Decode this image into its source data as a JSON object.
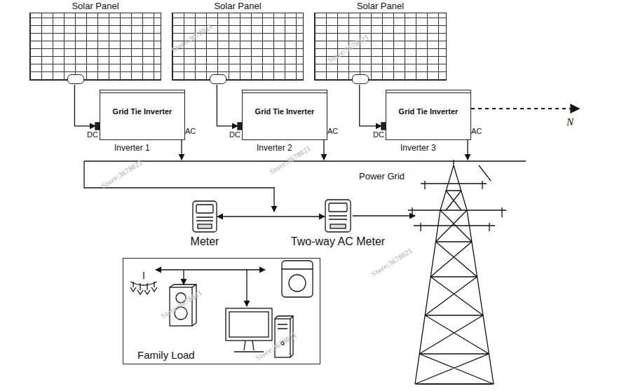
{
  "diagram": {
    "nodes": [
      {
        "text": [
          "Solar Panel"
        ]
      },
      {
        "text": [
          "Solar Panel"
        ]
      },
      {
        "text": [
          "Solar Panel"
        ]
      },
      {
        "text": [
          "Grid Tie Inverter",
          "Inverter 1"
        ]
      },
      {
        "text": [
          "Grid Tie Inverter",
          "Inverter 2"
        ]
      },
      {
        "text": [
          "Grid Tie Inverter",
          "Inverter 3"
        ]
      },
      {
        "text": [
          "Meter"
        ]
      },
      {
        "text": [
          "Two-way AC Meter"
        ]
      },
      {
        "text": [
          "Family Load"
        ]
      }
    ],
    "edges": [
      {
        "from": 0,
        "to": 3,
        "arrow": "to"
      },
      {
        "from": 1,
        "to": 4,
        "arrow": "to"
      },
      {
        "from": 2,
        "to": 5,
        "arrow": "to"
      },
      {
        "from": 6,
        "to": 7,
        "arrow": "both"
      }
    ],
    "labels": [
      "DC",
      "AC",
      "DC",
      "AC",
      "DC",
      "AC",
      "N",
      "Power Grid",
      "Store:3678021",
      "Store:3678021",
      "Store:3678021",
      "Store:3678021",
      "Store:3678021",
      "Store:3678021",
      "Store:3678021"
    ]
  }
}
